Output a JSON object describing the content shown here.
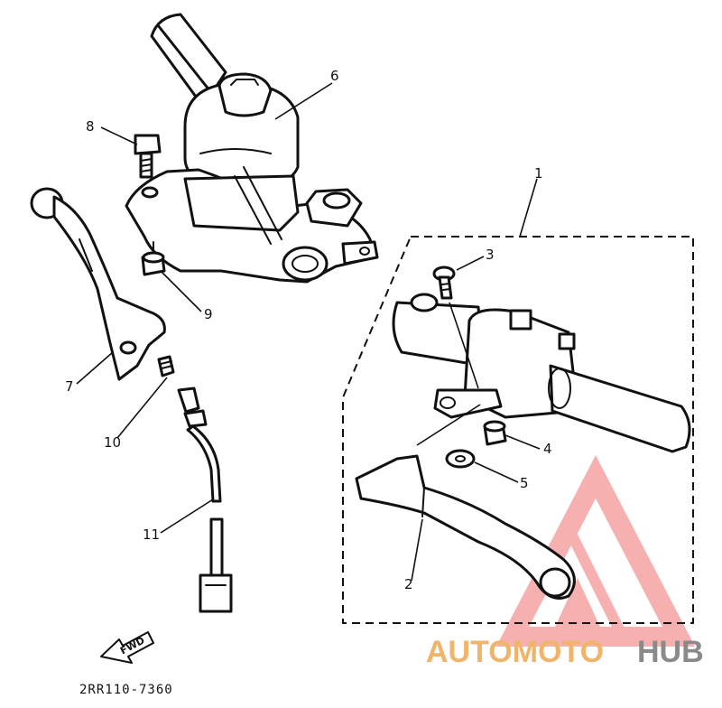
{
  "diagram": {
    "callouts": {
      "c1": "1",
      "c2": "2",
      "c3": "3",
      "c4": "4",
      "c5": "5",
      "c6": "6",
      "c7": "7",
      "c8": "8",
      "c9": "9",
      "c10": "10",
      "c11": "11"
    },
    "direction_label": "FWD",
    "figure_code": "2RR110-7360"
  },
  "watermark": {
    "brand_left": "AUTOMOTO",
    "brand_right": "HUB",
    "colors": {
      "triangle": "#f07070",
      "brand_left": "#f0b46a",
      "brand_right": "#8a8a8a"
    }
  }
}
